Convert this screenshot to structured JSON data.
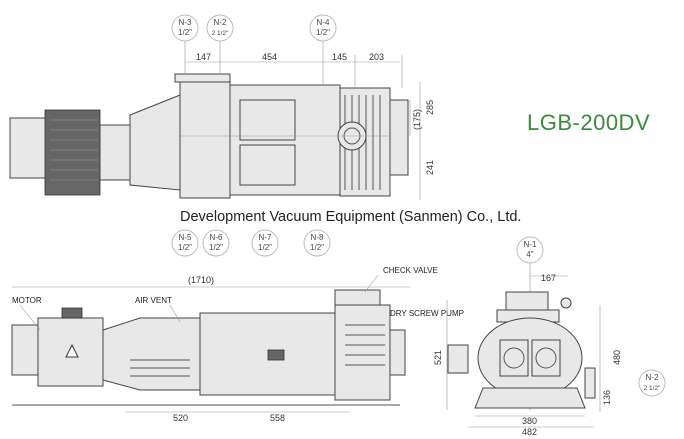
{
  "title": "LGB-200DV",
  "company": "Development Vacuum Equipment (Sanmen) Co., Ltd.",
  "nozzles_top": [
    {
      "id": "N-3",
      "size": "1/2\""
    },
    {
      "id": "N-2",
      "size": "2 1/2\""
    },
    {
      "id": "N-4",
      "size": "1/2\""
    }
  ],
  "nozzles_bottom": [
    {
      "id": "N-5",
      "size": "1/2\""
    },
    {
      "id": "N-6",
      "size": "1/2\""
    },
    {
      "id": "N-7",
      "size": "1/2\""
    },
    {
      "id": "N-8",
      "size": "1/2\""
    }
  ],
  "nozzles_end": [
    {
      "id": "N-1",
      "size": "4\""
    },
    {
      "id": "N-2",
      "size": "2 1/2\""
    }
  ],
  "dims_top": {
    "d1": "147",
    "d2": "454",
    "d3": "145",
    "d4": "203",
    "h1": "285",
    "h2": "(175)",
    "h3": "241"
  },
  "dims_side": {
    "overall": "(1710)",
    "d1": "520",
    "d2": "558"
  },
  "dims_end": {
    "d1": "167",
    "h1": "521",
    "h2": "480",
    "h3": "136",
    "w1": "380",
    "w2": "482"
  },
  "labels": {
    "motor": "MOTOR",
    "air_vent": "AIR VENT",
    "check_valve": "CHECK VALVE",
    "pump": "DRY SCREW PUMP"
  }
}
